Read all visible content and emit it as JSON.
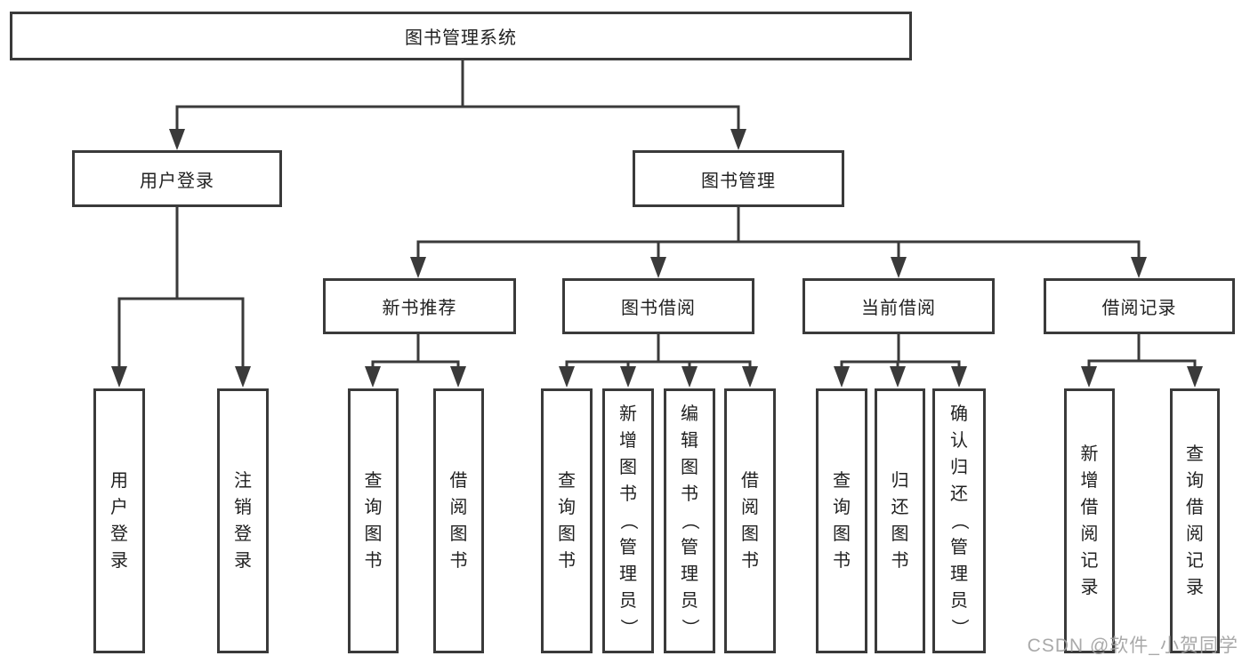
{
  "tree": {
    "label": "图书管理系统",
    "children": [
      {
        "label": "用户登录",
        "children": [
          {
            "label": "用户登录"
          },
          {
            "label": "注销登录"
          }
        ]
      },
      {
        "label": "图书管理",
        "children": [
          {
            "label": "新书推荐",
            "children": [
              {
                "label": "查询图书"
              },
              {
                "label": "借阅图书"
              }
            ]
          },
          {
            "label": "图书借阅",
            "children": [
              {
                "label": "查询图书"
              },
              {
                "label": "新增图书（管理员）"
              },
              {
                "label": "编辑图书（管理员）"
              },
              {
                "label": "借阅图书"
              }
            ]
          },
          {
            "label": "当前借阅",
            "children": [
              {
                "label": "查询图书"
              },
              {
                "label": "归还图书"
              },
              {
                "label": "确认归还（管理员）"
              }
            ]
          },
          {
            "label": "借阅记录",
            "children": [
              {
                "label": "新增借阅记录"
              },
              {
                "label": "查询借阅记录"
              }
            ]
          }
        ]
      }
    ]
  },
  "watermark": {
    "text": "CSDN @软件_小贺同学"
  },
  "colors": {
    "line": "#3a3a3a",
    "text": "#212121",
    "watermark": "#a0a0a0",
    "background": "#ffffff"
  }
}
